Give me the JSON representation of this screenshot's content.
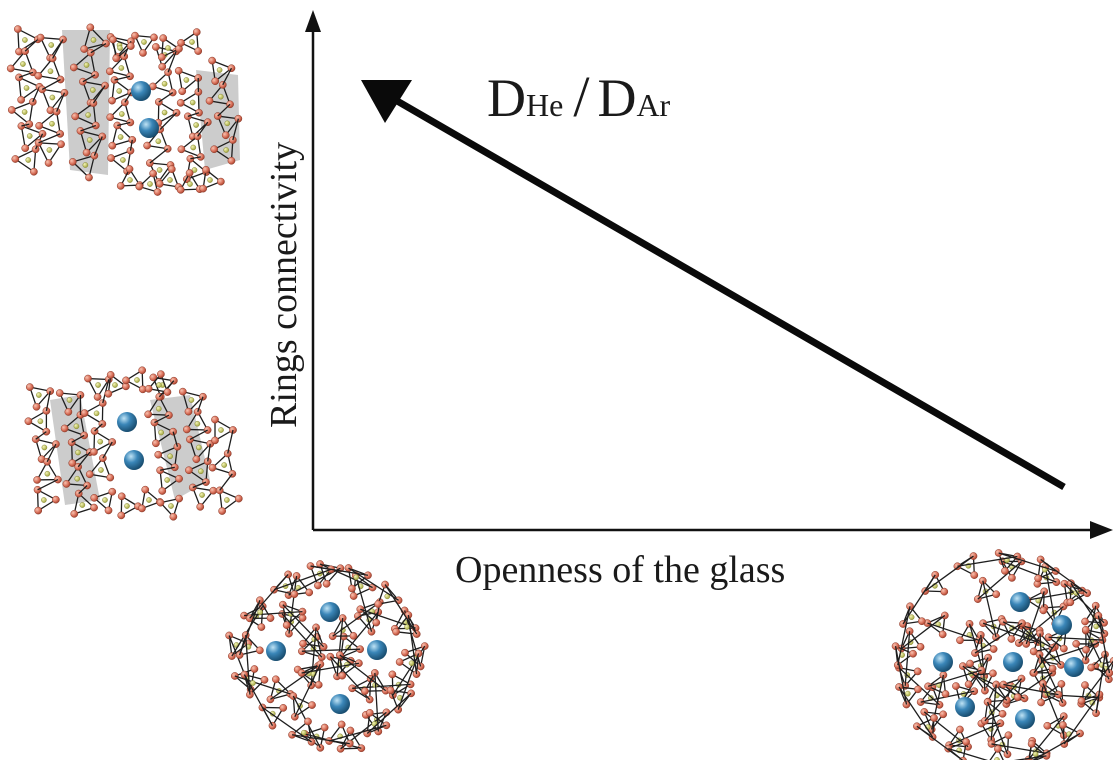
{
  "diagram": {
    "y_axis_label": "Rings connectivity",
    "x_axis_label": "Openness of the glass",
    "trend_label": {
      "d1_main": "D",
      "d1_sub": "He",
      "separator": "/",
      "d2_main": "D",
      "d2_sub": "Ar"
    },
    "colors": {
      "axis": "#111111",
      "arrow": "#0a0a0a",
      "bond": "#1e1e1e",
      "oxygen_atom": "#d9705a",
      "silicon_atom": "#c9cc5c",
      "gas_atom": "#3a86b8",
      "dense_region": "#cccccc"
    },
    "structure_icons": [
      {
        "name": "top-left-structure",
        "description_icon": "compact-glass-network-icon"
      },
      {
        "name": "mid-left-structure",
        "description_icon": "compact-glass-network-icon"
      },
      {
        "name": "bottom-center-structure",
        "description_icon": "ring-glass-network-icon"
      },
      {
        "name": "bottom-right-structure",
        "description_icon": "open-glass-network-icon"
      }
    ]
  }
}
